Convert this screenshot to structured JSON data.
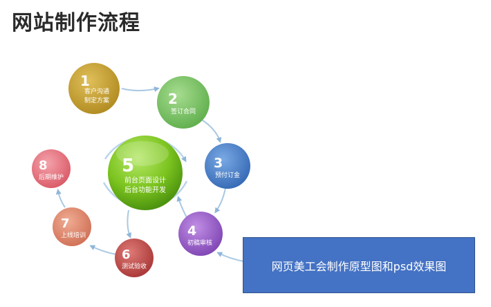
{
  "title": "网站制作流程",
  "steps": [
    {
      "num": "1",
      "line1": "客户沟通",
      "line2": "制定方案",
      "color": "#c9a132"
    },
    {
      "num": "2",
      "line1": "签订合同",
      "line2": "",
      "color": "#7ec26a"
    },
    {
      "num": "3",
      "line1": "预付订金",
      "line2": "",
      "color": "#4e86cf"
    },
    {
      "num": "4",
      "line1": "初稿审核",
      "line2": "",
      "color": "#9c63cc"
    },
    {
      "num": "5",
      "line1": "前台页面设计",
      "line2": "后台功能开发",
      "color": "#6cbb1f"
    },
    {
      "num": "6",
      "line1": "测试验收",
      "line2": "",
      "color": "#c24a4a"
    },
    {
      "num": "7",
      "line1": "上线培训",
      "line2": "",
      "color": "#e0886d"
    },
    {
      "num": "8",
      "line1": "后期维护",
      "line2": "",
      "color": "#e8717c"
    }
  ],
  "callout": "网页美工会制作原型图和psd效果图",
  "arrow_color": "#8fb6d8"
}
